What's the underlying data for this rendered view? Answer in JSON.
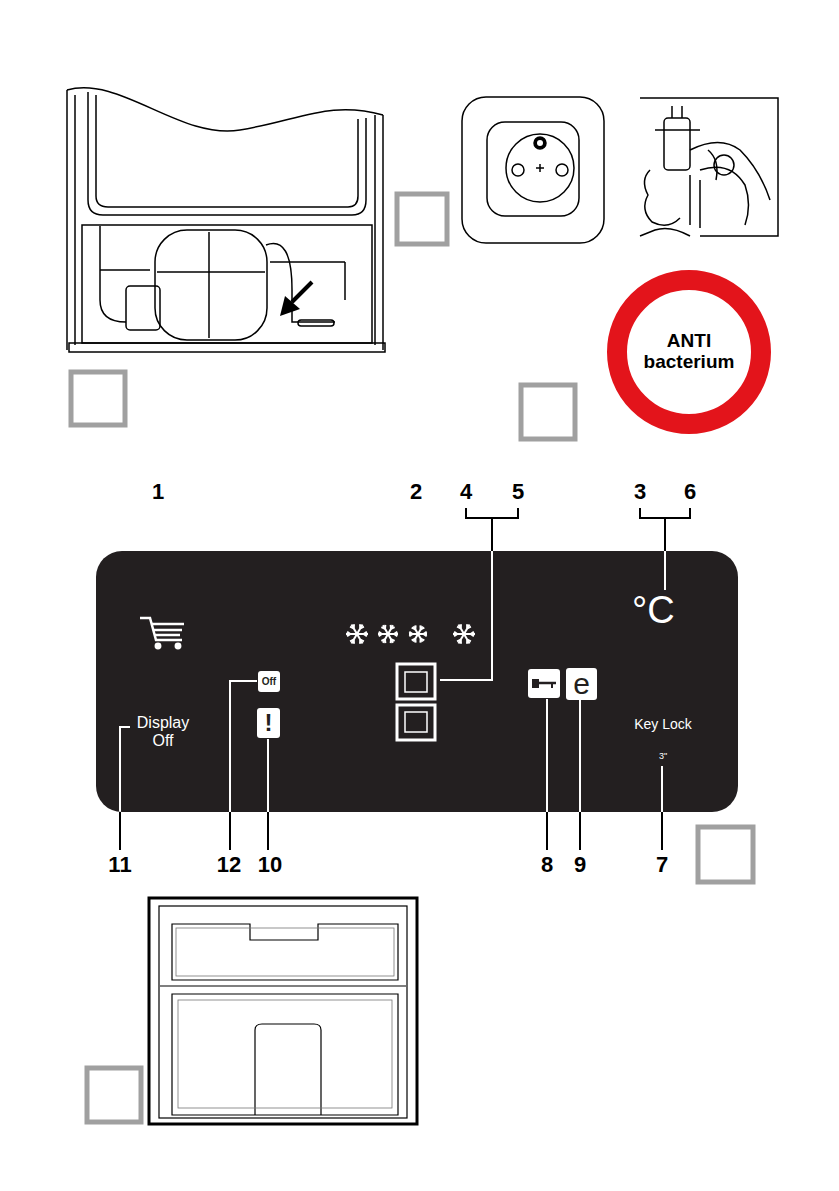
{
  "diagram": {
    "nodes": [
      {
        "text": [
          "ANTI bacterium"
        ]
      },
      {
        "text": [
          "°C",
          "Display Off",
          "Key Lock",
          "3\""
        ]
      },
      {
        "text": [
          "Off"
        ],
        "in": 1
      },
      {
        "text": [
          "!"
        ],
        "in": 1
      },
      {
        "text": [
          "e"
        ],
        "in": 1
      }
    ],
    "labels": [
      "1",
      "2",
      "4",
      "5",
      "3",
      "6",
      "11",
      "12",
      "10",
      "8",
      "9",
      "7"
    ]
  }
}
